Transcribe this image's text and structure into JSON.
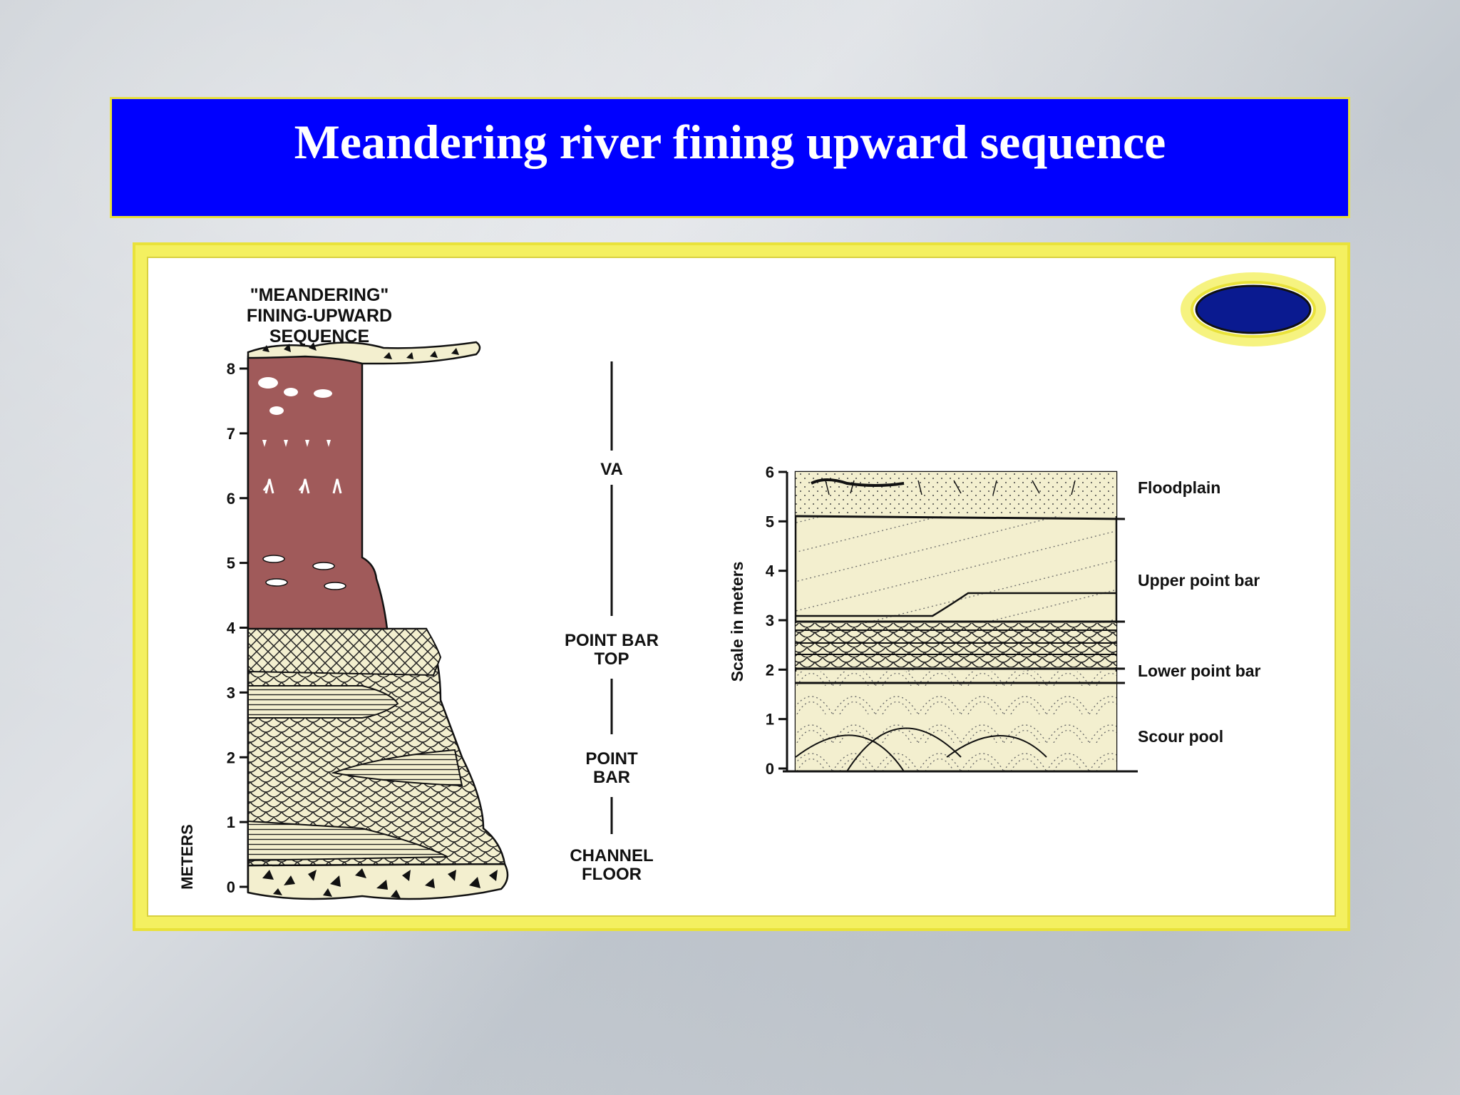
{
  "title": "Meandering river fining upward sequence",
  "left_column": {
    "heading_lines": [
      "\"MEANDERING\"",
      "FINING-UPWARD",
      "SEQUENCE"
    ],
    "axis_label": "METERS",
    "ticks": [
      "0",
      "1",
      "2",
      "3",
      "4",
      "5",
      "6",
      "7",
      "8"
    ],
    "facies_labels": {
      "va": "VA",
      "point_bar_top": [
        "POINT BAR",
        "TOP"
      ],
      "point_bar": [
        "POINT",
        "BAR"
      ],
      "channel_floor": [
        "CHANNEL",
        "FLOOR"
      ]
    }
  },
  "right_column": {
    "axis_label": "Scale in meters",
    "ticks": [
      "0",
      "1",
      "2",
      "3",
      "4",
      "5",
      "6"
    ],
    "zones": {
      "floodplain": "Floodplain",
      "upper_point_bar": "Upper point bar",
      "lower_point_bar": "Lower point bar",
      "scour_pool": "Scour pool"
    }
  },
  "colors": {
    "title_bg": "#0000ff",
    "frame": "#f4f060",
    "mudstone": "#a05a5a",
    "sand": "#f3efcf",
    "badge": "#0a1a90"
  },
  "badge_icon": "blue-oval-icon"
}
